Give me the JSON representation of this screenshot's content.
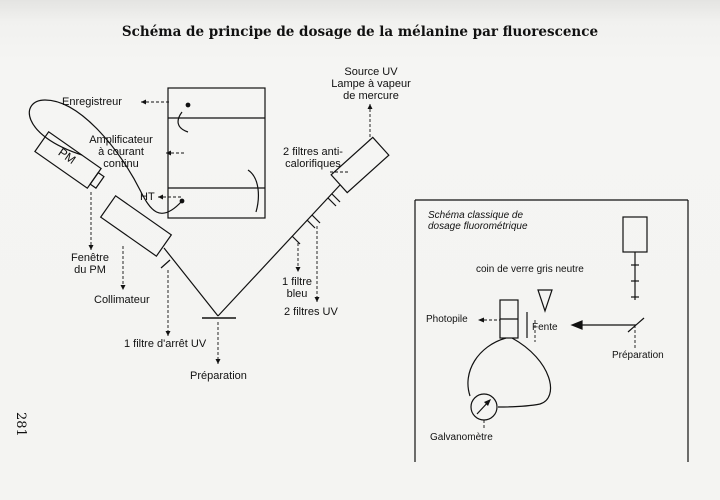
{
  "title": "Schéma de principe de dosage de la mélanine par fluorescence",
  "page_number": "281",
  "main_labels": {
    "enregistreur": "Enregistreur",
    "amplificateur": "Amplificateur\nà courant\ncontinu",
    "ht": "HT",
    "pm": "PM",
    "fenetre_pm": "Fenêtre\ndu PM",
    "collimateur": "Collimateur",
    "filtre_arret": "1 filtre d'arrêt UV",
    "preparation": "Préparation",
    "source_uv": "Source UV\nLampe à vapeur\nde mercure",
    "filtres_anticalorifiques": "2 filtres anti-\ncalorifiques",
    "filtre_bleu": "1 filtre\nbleu",
    "filtres_uv": "2 filtres UV"
  },
  "inset": {
    "title": "Schéma classique de\ndosage fluorométrique",
    "coin": "coin de verre gris neutre",
    "photopile": "Photopile",
    "fente": "Fente",
    "preparation": "Préparation",
    "galvanometre": "Galvanomètre"
  }
}
